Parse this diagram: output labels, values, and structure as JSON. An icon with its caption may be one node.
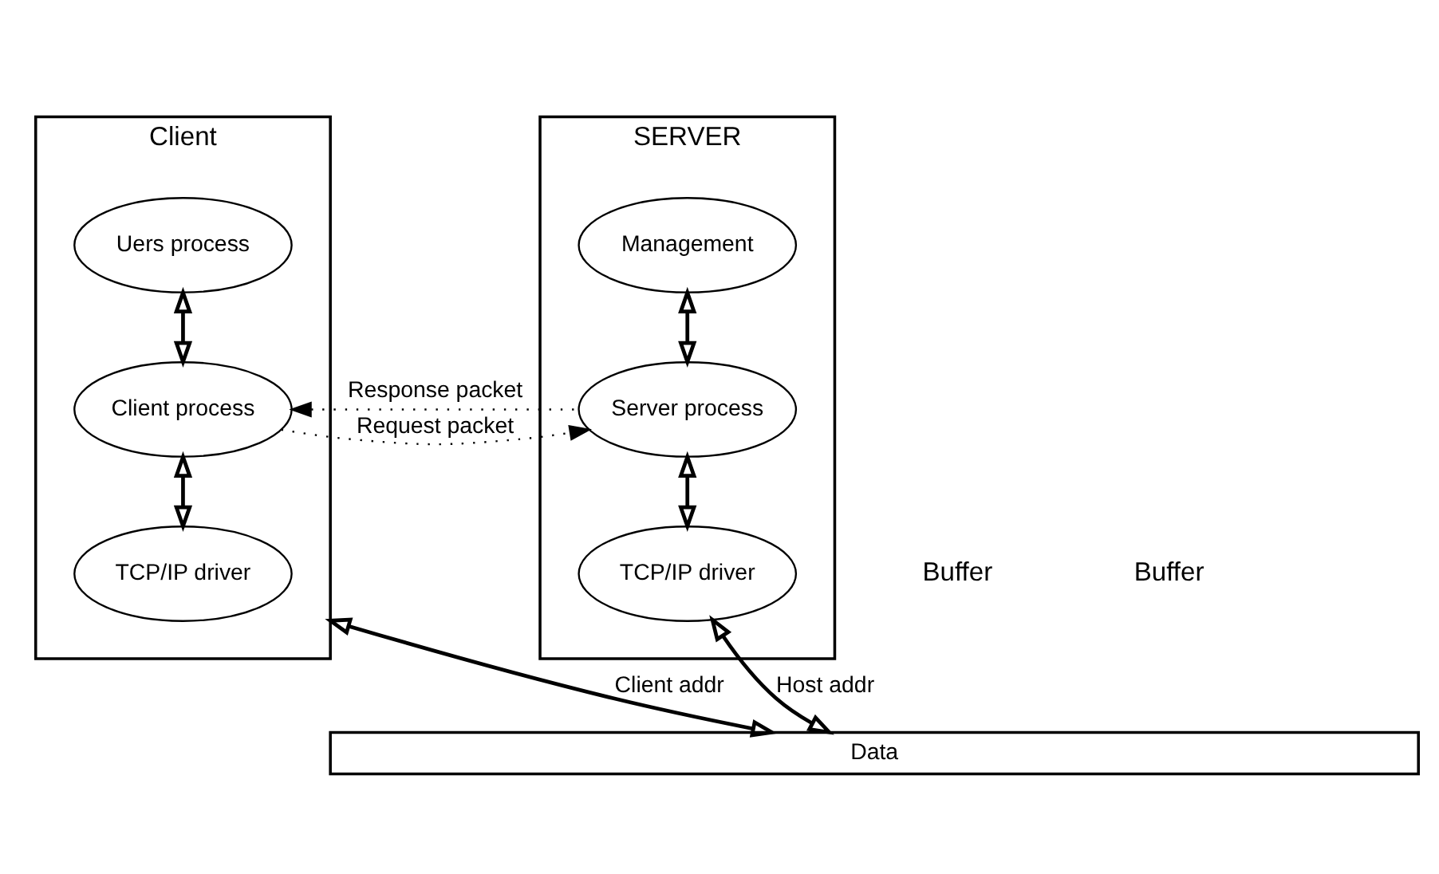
{
  "diagram": {
    "nodes": [
      {
        "text": [
          "Client"
        ]
      },
      {
        "text": [
          "Uers process"
        ],
        "in": 0
      },
      {
        "text": [
          "Client process"
        ],
        "in": 0
      },
      {
        "text": [
          "TCP/IP driver"
        ],
        "in": 0
      },
      {
        "text": [
          "SERVER"
        ]
      },
      {
        "text": [
          "Management"
        ],
        "in": 4
      },
      {
        "text": [
          "Server process"
        ],
        "in": 4
      },
      {
        "text": [
          "TCP/IP driver"
        ],
        "in": 4
      },
      {
        "text": [
          "Data"
        ]
      }
    ],
    "edges": [
      {
        "from": 1,
        "to": 2,
        "arrow": "both"
      },
      {
        "from": 2,
        "to": 3,
        "arrow": "both"
      },
      {
        "from": 5,
        "to": 6,
        "arrow": "both"
      },
      {
        "from": 6,
        "to": 7,
        "arrow": "both"
      },
      {
        "from": 2,
        "to": 6,
        "arrow": "to",
        "label": "Request packet",
        "style": "dashed"
      },
      {
        "from": 6,
        "to": 2,
        "arrow": "to",
        "label": "Response packet",
        "style": "dashed"
      },
      {
        "from": 0,
        "to": 8,
        "arrow": "both",
        "label": "Client addr"
      },
      {
        "from": 7,
        "to": 8,
        "arrow": "both",
        "label": "Host addr"
      }
    ],
    "labels": [
      "Buffer",
      "Buffer"
    ]
  }
}
